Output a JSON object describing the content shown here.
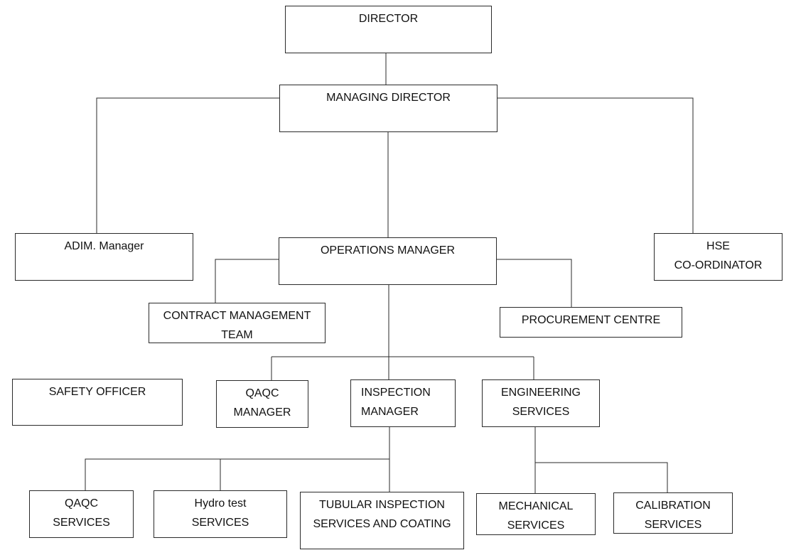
{
  "chart": {
    "nodes": [
      {
        "id": "director",
        "lines": [
          "DIRECTOR"
        ]
      },
      {
        "id": "managing-director",
        "lines": [
          "MANAGING DIRECTOR"
        ]
      },
      {
        "id": "adim-manager",
        "lines": [
          "ADIM.  Manager"
        ]
      },
      {
        "id": "operations-manager",
        "lines": [
          "OPERATIONS MANAGER"
        ]
      },
      {
        "id": "hse-coordinator",
        "lines": [
          "HSE",
          "CO-ORDINATOR"
        ]
      },
      {
        "id": "contract-management-team",
        "lines": [
          "CONTRACT MANAGEMENT",
          "TEAM"
        ]
      },
      {
        "id": "procurement-centre",
        "lines": [
          "PROCUREMENT CENTRE"
        ]
      },
      {
        "id": "safety-officer",
        "lines": [
          "SAFETY OFFICER"
        ]
      },
      {
        "id": "qaqc-manager",
        "lines": [
          "QAQC",
          "MANAGER"
        ]
      },
      {
        "id": "inspection-manager",
        "lines": [
          "INSPECTION",
          "MANAGER"
        ]
      },
      {
        "id": "engineering-services",
        "lines": [
          "ENGINEERING",
          "SERVICES"
        ]
      },
      {
        "id": "qaqc-services",
        "lines": [
          "QAQC",
          "SERVICES"
        ]
      },
      {
        "id": "hydro-test-services",
        "lines": [
          "Hydro test",
          "SERVICES"
        ]
      },
      {
        "id": "tubular-inspection",
        "lines": [
          "TUBULAR INSPECTION",
          "SERVICES AND COATING"
        ]
      },
      {
        "id": "mechanical-services",
        "lines": [
          "MECHANICAL",
          "SERVICES"
        ]
      },
      {
        "id": "calibration-services",
        "lines": [
          "CALIBRATION",
          "SERVICES"
        ]
      }
    ]
  }
}
